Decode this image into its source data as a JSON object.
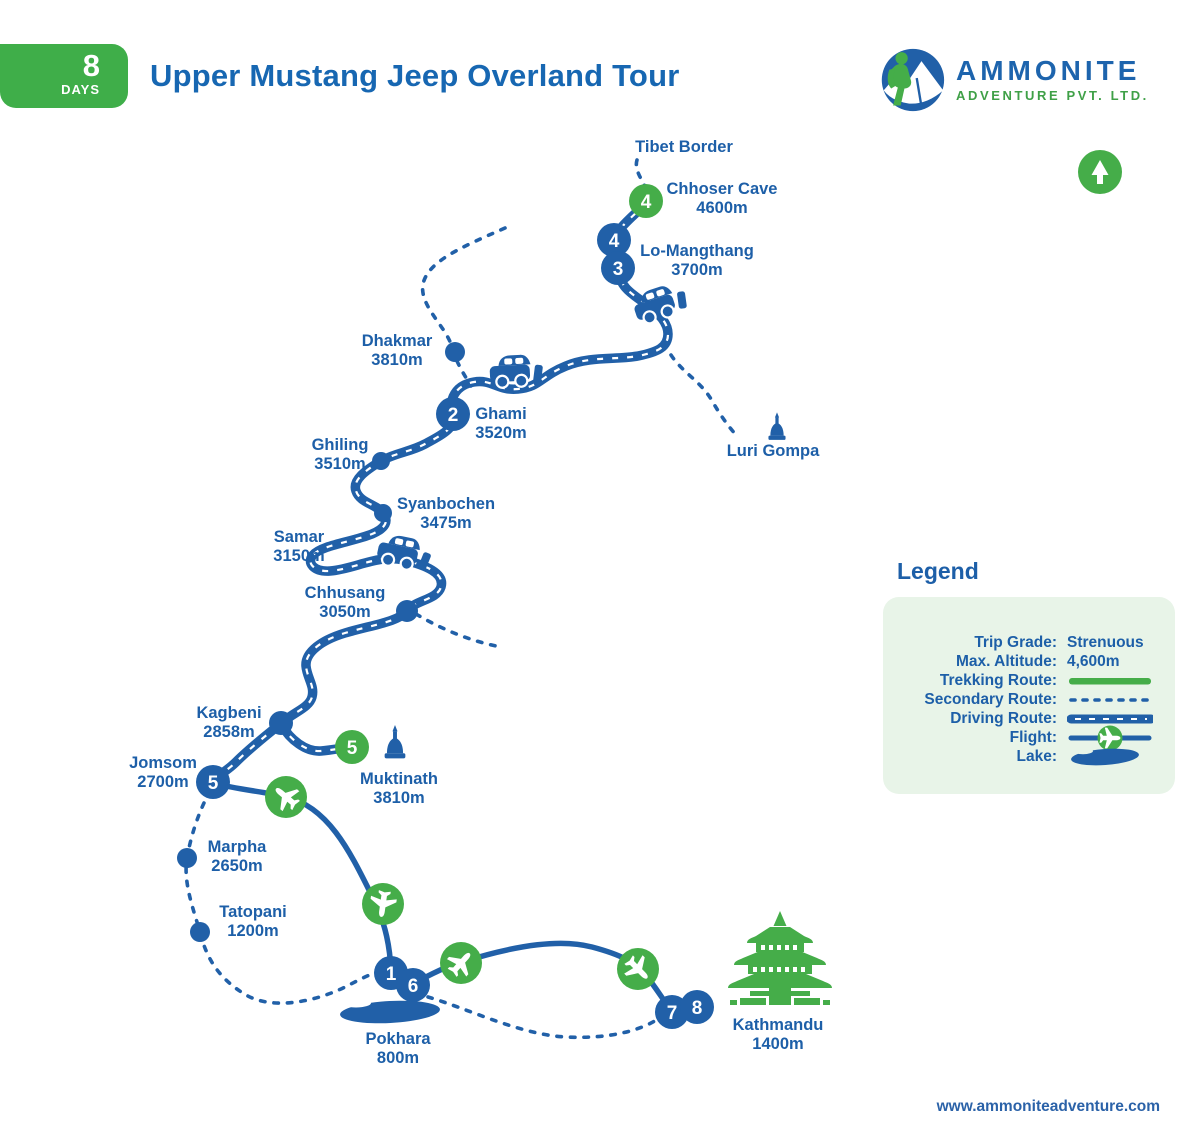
{
  "header": {
    "days_number": "8",
    "days_unit": "DAYS",
    "title": "Upper Mustang Jeep Overland Tour"
  },
  "brand": {
    "name": "AMMONITE",
    "tagline": "ADVENTURE PVT. LTD."
  },
  "map": {
    "locations": [
      {
        "name": "Tibet Border",
        "altitude": ""
      },
      {
        "name": "Chhoser Cave",
        "altitude": "4600m"
      },
      {
        "name": "Lo-Mangthang",
        "altitude": "3700m"
      },
      {
        "name": "Dhakmar",
        "altitude": "3810m"
      },
      {
        "name": "Ghami",
        "altitude": "3520m"
      },
      {
        "name": "Ghiling",
        "altitude": "3510m"
      },
      {
        "name": "Syanbochen",
        "altitude": "3475m"
      },
      {
        "name": "Samar",
        "altitude": "3150m"
      },
      {
        "name": "Chhusang",
        "altitude": "3050m"
      },
      {
        "name": "Kagbeni",
        "altitude": "2858m"
      },
      {
        "name": "Jomsom",
        "altitude": "2700m"
      },
      {
        "name": "Muktinath",
        "altitude": "3810m"
      },
      {
        "name": "Marpha",
        "altitude": "2650m"
      },
      {
        "name": "Tatopani",
        "altitude": "1200m"
      },
      {
        "name": "Pokhara",
        "altitude": "800m"
      },
      {
        "name": "Kathmandu",
        "altitude": "1400m"
      },
      {
        "name": "Luri Gompa",
        "altitude": ""
      }
    ],
    "day_markers": [
      {
        "number": "4",
        "style": "green"
      },
      {
        "number": "4",
        "style": "blue"
      },
      {
        "number": "3",
        "style": "blue"
      },
      {
        "number": "2",
        "style": "blue"
      },
      {
        "number": "5",
        "style": "green"
      },
      {
        "number": "5",
        "style": "blue"
      },
      {
        "number": "1",
        "style": "blue"
      },
      {
        "number": "6",
        "style": "blue"
      },
      {
        "number": "7",
        "style": "blue"
      },
      {
        "number": "8",
        "style": "blue"
      }
    ],
    "icons": {
      "compass": "north-arrow",
      "jeep": "jeep-overland-drive",
      "plane": "flight-segment",
      "stupa": "monastery-temple",
      "pagoda": "kathmandu-pagoda",
      "lake": "pokhara-lake"
    }
  },
  "legend": {
    "title": "Legend",
    "trip_grade_label": "Trip Grade:",
    "trip_grade_value": "Strenuous",
    "max_altitude_label": "Max. Altitude:",
    "max_altitude_value": "4,600m",
    "trekking_label": "Trekking Route:",
    "secondary_label": "Secondary Route:",
    "driving_label": "Driving Route:",
    "flight_label": "Flight:",
    "lake_label": "Lake:"
  },
  "footer": {
    "website": "www.ammoniteadventure.com"
  },
  "colors": {
    "route_blue": "#2160a8",
    "accent_green": "#45ad49",
    "text_blue": "#1d5fa8",
    "title_blue": "#1767b2",
    "legend_bg": "#e8f4e8"
  }
}
